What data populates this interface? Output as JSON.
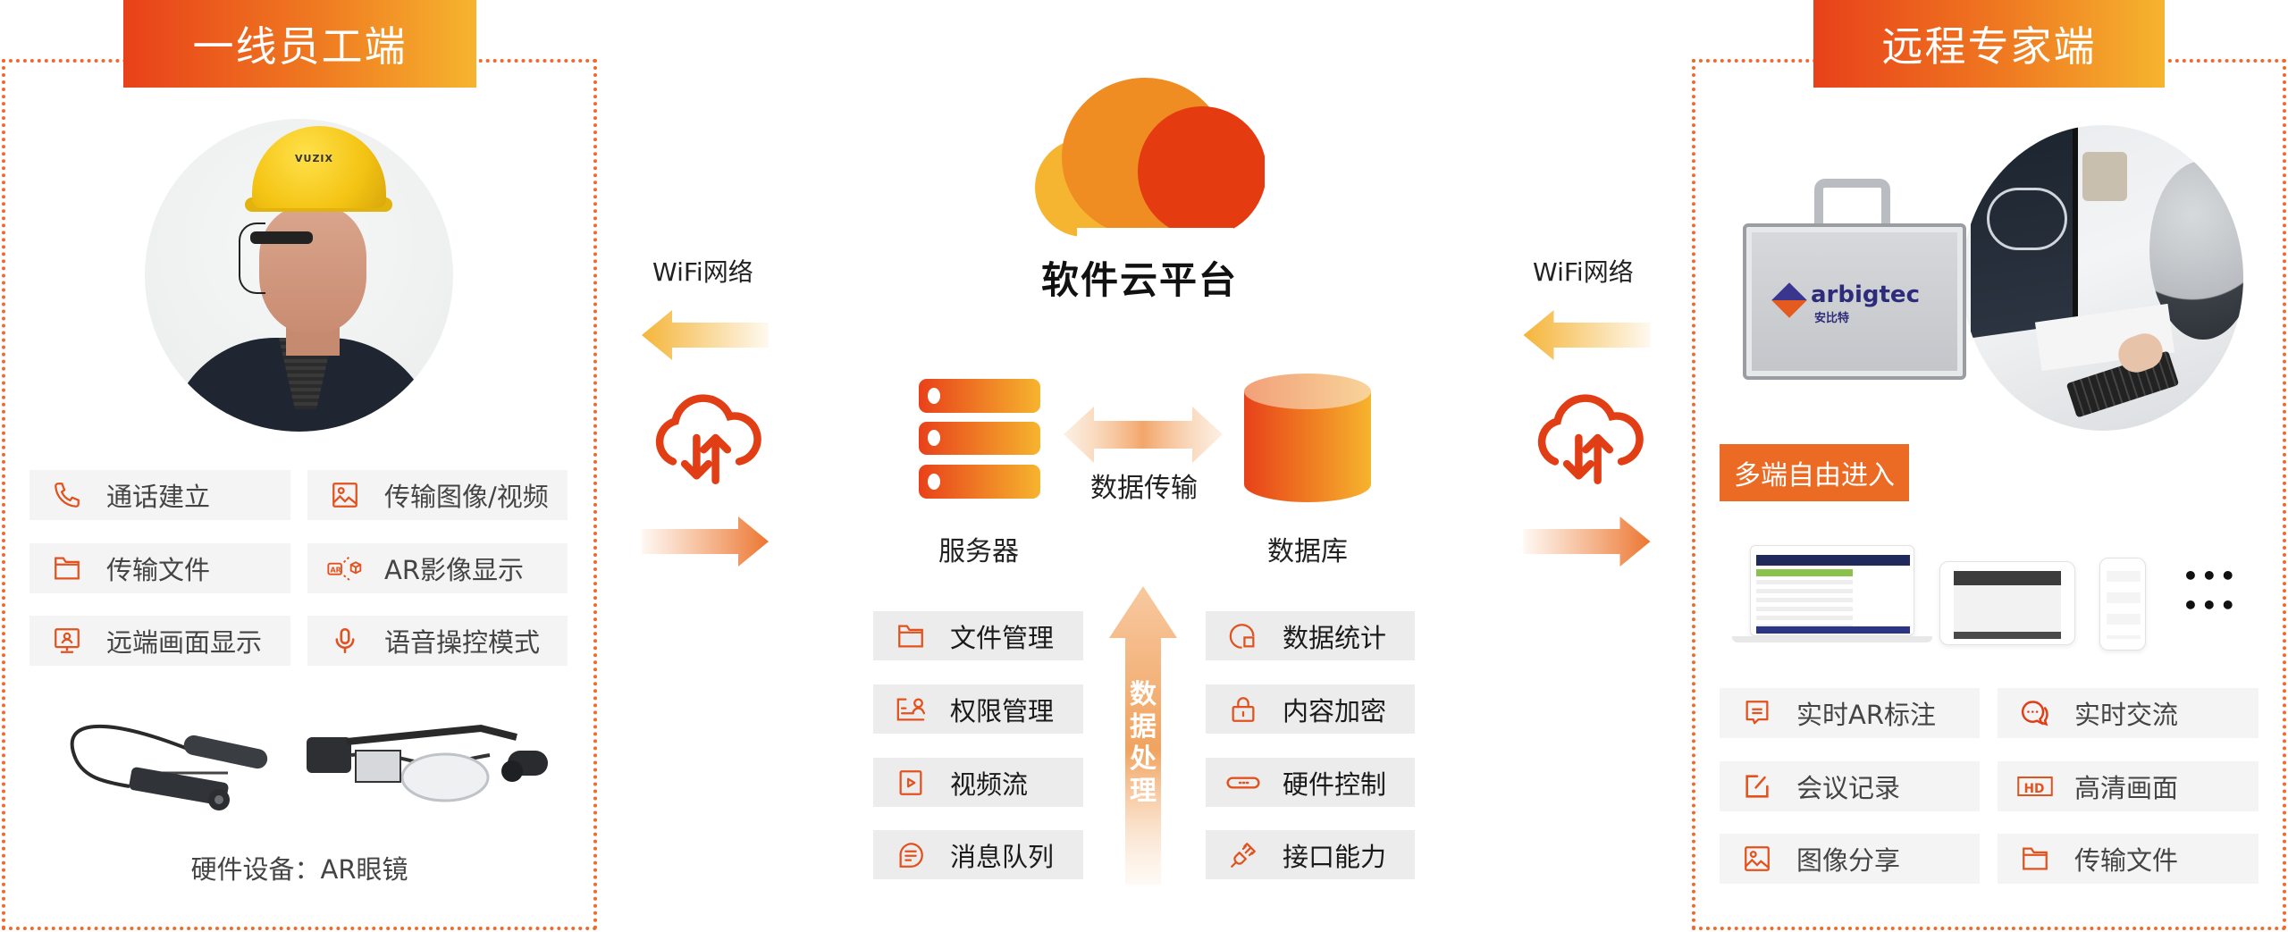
{
  "left_panel": {
    "title": "一线员工端",
    "helmet_brand": "VUZIX",
    "features": [
      {
        "icon": "phone-icon",
        "label": "通话建立"
      },
      {
        "icon": "image-icon",
        "label": "传输图像/视频"
      },
      {
        "icon": "folder-icon",
        "label": "传输文件"
      },
      {
        "icon": "ar-cube-icon",
        "label": "AR影像显示"
      },
      {
        "icon": "remote-screen-icon",
        "label": "远端画面显示"
      },
      {
        "icon": "microphone-icon",
        "label": "语音操控模式"
      }
    ],
    "hardware_caption": "硬件设备：AR眼镜"
  },
  "network": {
    "left_label": "WiFi网络",
    "right_label": "WiFi网络"
  },
  "center": {
    "title": "软件云平台",
    "server_label": "服务器",
    "database_label": "数据库",
    "transfer_label": "数据传输",
    "processing_label": [
      "数",
      "据",
      "处",
      "理"
    ],
    "left_functions": [
      {
        "icon": "folder-icon",
        "label": "文件管理"
      },
      {
        "icon": "user-permission-icon",
        "label": "权限管理"
      },
      {
        "icon": "play-icon",
        "label": "视频流"
      },
      {
        "icon": "message-icon",
        "label": "消息队列"
      }
    ],
    "right_functions": [
      {
        "icon": "chart-pie-icon",
        "label": "数据统计"
      },
      {
        "icon": "lock-icon",
        "label": "内容加密"
      },
      {
        "icon": "hardware-icon",
        "label": "硬件控制"
      },
      {
        "icon": "plug-icon",
        "label": "接口能力"
      }
    ]
  },
  "right_panel": {
    "title": "远程专家端",
    "case_brand": "arbigtec",
    "case_brand_cn": "安比特",
    "multi_entry_badge": "多端自由进入",
    "more_devices": "•••  •••",
    "features": [
      {
        "icon": "annotation-icon",
        "label": "实时AR标注"
      },
      {
        "icon": "chat-icon",
        "label": "实时交流"
      },
      {
        "icon": "edit-icon",
        "label": "会议记录"
      },
      {
        "icon": "hd-icon",
        "label": "高清画面"
      },
      {
        "icon": "image-icon",
        "label": "图像分享"
      },
      {
        "icon": "folder-icon",
        "label": "传输文件"
      }
    ]
  },
  "colors": {
    "accent": "#e8411a",
    "accent_mid": "#ef7a21",
    "accent_light": "#f6b42e",
    "pill_bg": "#f4f4f4",
    "border_dots": "#ef6a2b"
  }
}
